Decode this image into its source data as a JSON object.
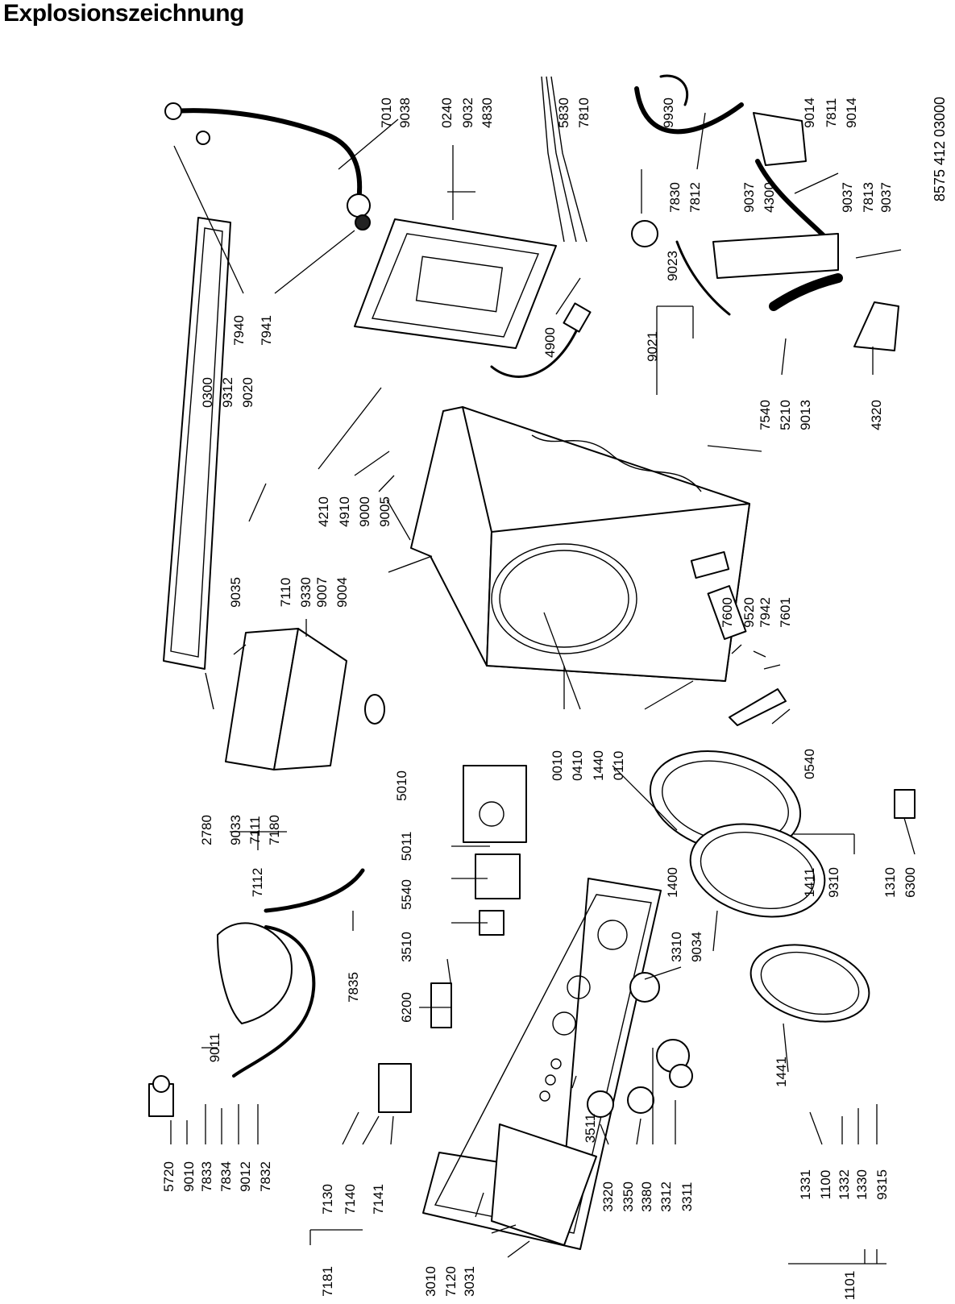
{
  "title": "Explosionszeichnung",
  "doc_number": "8575 412 03000",
  "parts": [
    "7010",
    "9038",
    "0240",
    "9032",
    "4830",
    "5830",
    "7810",
    "9930",
    "9014",
    "7811",
    "9014",
    "7830",
    "7812",
    "9037",
    "4300",
    "9037",
    "7813",
    "9037",
    "7940",
    "7941",
    "9023",
    "9021",
    "4900",
    "0300",
    "9312",
    "9020",
    "7540",
    "5210",
    "9013",
    "4320",
    "4210",
    "4910",
    "9000",
    "9005",
    "9035",
    "7110",
    "9330",
    "9007",
    "9004",
    "7600",
    "9520",
    "7942",
    "7601",
    "2780",
    "9033",
    "7111",
    "7180",
    "7112",
    "0010",
    "0410",
    "1440",
    "0110",
    "0540",
    "5010",
    "5011",
    "5540",
    "3510",
    "6200",
    "1400",
    "1411",
    "9310",
    "1310",
    "6300",
    "3310",
    "9034",
    "7835",
    "5720",
    "9010",
    "7833",
    "7834",
    "9012",
    "7832",
    "9011",
    "7130",
    "7140",
    "7141",
    "7181",
    "3511",
    "3010",
    "7120",
    "3031",
    "3320",
    "3350",
    "3380",
    "3312",
    "3311",
    "1441",
    "1331",
    "1100",
    "1332",
    "1330",
    "9315",
    "1101"
  ]
}
